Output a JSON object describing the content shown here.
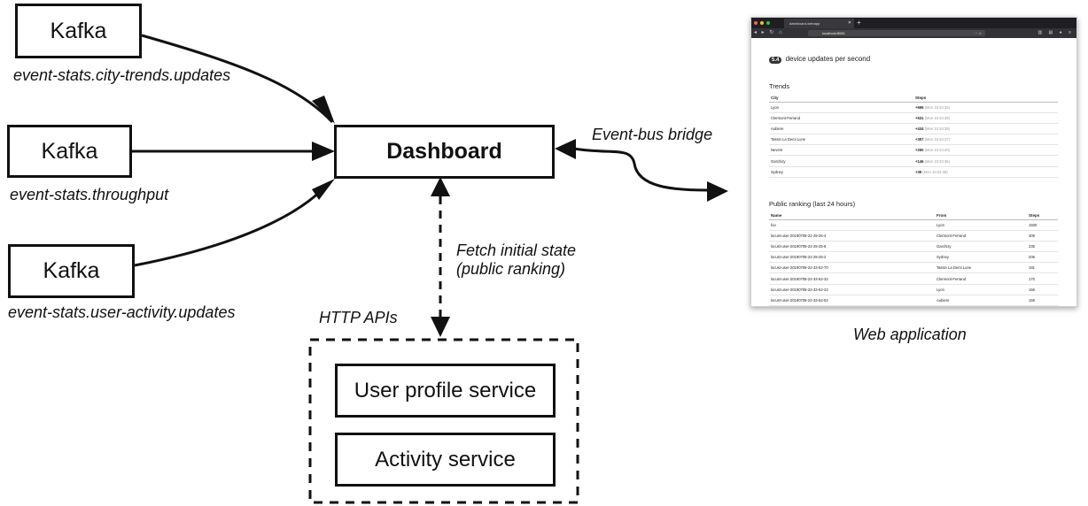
{
  "kafka_boxes": [
    {
      "label": "Kafka",
      "topic": "event-stats.city-trends.updates"
    },
    {
      "label": "Kafka",
      "topic": "event-stats.throughput"
    },
    {
      "label": "Kafka",
      "topic": "event-stats.user-activity.updates"
    }
  ],
  "dashboard": {
    "label": "Dashboard"
  },
  "labels": {
    "event_bus": "Event-bus bridge",
    "fetch_line1": "Fetch initial state",
    "fetch_line2": "(public ranking)",
    "http_apis": "HTTP APIs",
    "web_app": "Web application"
  },
  "services": [
    "User profile service",
    "Activity service"
  ],
  "browser": {
    "tab_title": "dashboard-webapp",
    "url": "localhost:8081",
    "rate_value": "5.4",
    "rate_text": "device updates per second",
    "trends": {
      "title": "Trends",
      "headers": [
        "City",
        "Steps"
      ],
      "rows": [
        {
          "city": "Lyon",
          "steps": "+699",
          "time": "(Mon 10:34:36)"
        },
        {
          "city": "Clermont-Ferrand",
          "steps": "+531",
          "time": "(Mon 10:34:39)"
        },
        {
          "city": "Aubiere",
          "steps": "+434",
          "time": "(Mon 10:34:39)"
        },
        {
          "city": "Tassin La Demi Lune",
          "steps": "+357",
          "time": "(Mon 10:34:37)"
        },
        {
          "city": "Nevers",
          "steps": "+250",
          "time": "(Mon 10:34:40)"
        },
        {
          "city": "Garchizy",
          "steps": "+146",
          "time": "(Mon 10:34:36)"
        },
        {
          "city": "Sydney",
          "steps": "+39",
          "time": "(Mon 10:34:38)"
        }
      ]
    },
    "ranking": {
      "title": "Public ranking (last 24 hours)",
      "headers": [
        "Name",
        "From",
        "Steps"
      ],
      "rows": [
        {
          "name": "foo",
          "from": "Lyon",
          "steps": "1500"
        },
        {
          "name": "locust-user-20190708-22-29-25-4",
          "from": "Clermont-Ferrand",
          "steps": "309"
        },
        {
          "name": "locust-user-20190708-22-29-25-6",
          "from": "Garchizy",
          "steps": "235"
        },
        {
          "name": "locust-user-20190708-22-29-25-2",
          "from": "Sydney",
          "steps": "206"
        },
        {
          "name": "locust-user-20190708-22-33-52-70",
          "from": "Tassin La Demi Lune",
          "steps": "181"
        },
        {
          "name": "locust-user-20190708-22-33-52-32",
          "from": "Clermont-Ferrand",
          "steps": "170"
        },
        {
          "name": "locust-user-20190708-22-33-52-22",
          "from": "Lyon",
          "steps": "166"
        },
        {
          "name": "locust-user-20190708-22-33-52-52",
          "from": "Aubiere",
          "steps": "159"
        }
      ]
    }
  }
}
